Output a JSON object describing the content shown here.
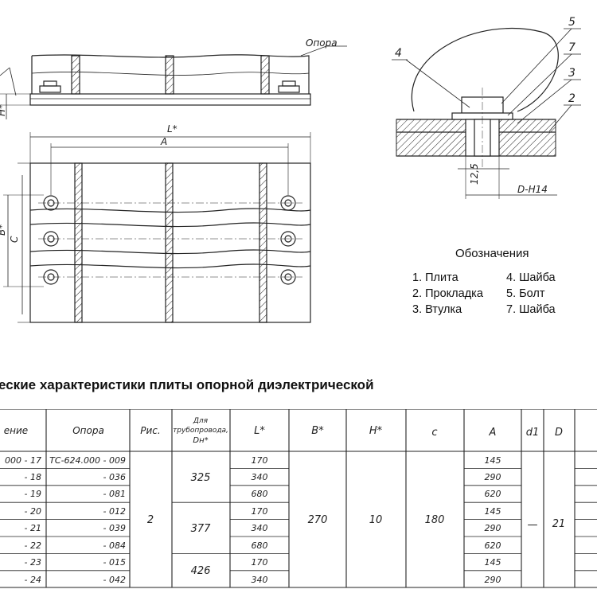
{
  "drawing": {
    "label_opora": "Опора",
    "dim_L": "L*",
    "dim_A": "A",
    "dim_B": "B*",
    "dim_C": "C",
    "dim_H": "H*",
    "callouts": [
      "5",
      "7",
      "3",
      "2",
      "4"
    ],
    "dim_12_5": "12,5",
    "dim_D": "D-H14"
  },
  "legend": {
    "title": "Обозначения",
    "items": [
      "1. Плита",
      "4. Шайба",
      "2. Прокладка",
      "5. Болт",
      "3. Втулка",
      "7. Шайба"
    ]
  },
  "section_title": "еские характеристики плиты опорной диэлектрической",
  "table": {
    "headers": {
      "designation": "ение",
      "opora": "Опора",
      "ris": "Рис.",
      "pipe_line1": "Для",
      "pipe_line2": "трубопровода,",
      "pipe_line3": "Dн*",
      "L": "L*",
      "B": "B*",
      "H": "H*",
      "c": "c",
      "A": "A",
      "d1": "d1",
      "D": "D"
    },
    "designations": [
      "000 - 17",
      "- 18",
      "- 19",
      "- 20",
      "- 21",
      "- 22",
      "- 23",
      "- 24"
    ],
    "opora": [
      "ТС-624.000 - 009",
      "- 036",
      "- 081",
      "- 012",
      "- 039",
      "- 084",
      "- 015",
      "- 042"
    ],
    "ris": "2",
    "pipe": [
      "325",
      "377",
      "426"
    ],
    "L": [
      "170",
      "340",
      "680",
      "170",
      "340",
      "680",
      "170",
      "340"
    ],
    "B": "270",
    "H": "10",
    "c": "180",
    "A": [
      "145",
      "290",
      "620",
      "145",
      "290",
      "620",
      "145",
      "290"
    ],
    "d1": "—",
    "D": "21"
  }
}
